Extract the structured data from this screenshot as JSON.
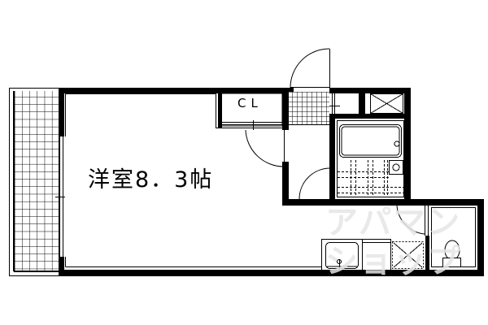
{
  "floor_plan": {
    "rooms": {
      "western_room": {
        "label": "洋室8．3帖",
        "type": "洋室",
        "size": "8.3",
        "unit": "帖"
      },
      "closet": {
        "label": "CL"
      }
    },
    "watermark": {
      "line1": "アパマン",
      "line2": "ショップ"
    },
    "colors": {
      "wall": "#000000",
      "background": "#ffffff",
      "watermark": "#e6e6e6"
    }
  }
}
